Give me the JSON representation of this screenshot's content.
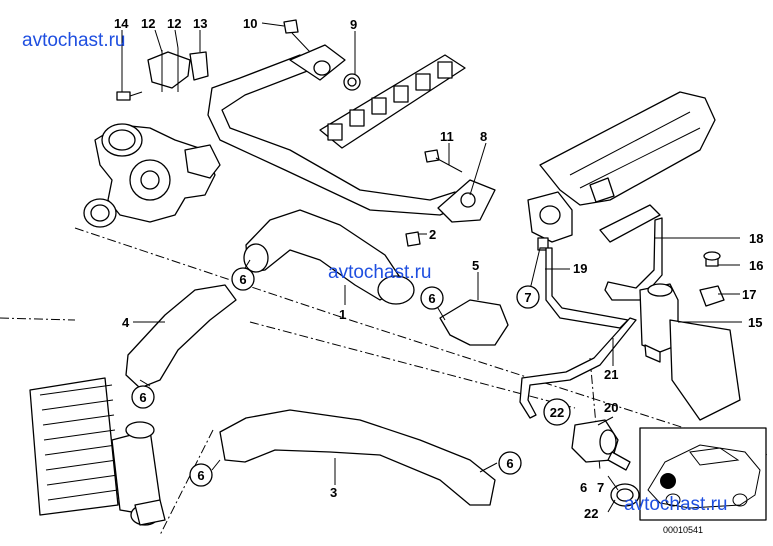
{
  "watermarks": [
    "avtochast.ru",
    "avtochast.ru",
    "avtochast.ru"
  ],
  "callouts": [
    {
      "id": "c14",
      "text": "14"
    },
    {
      "id": "c12a",
      "text": "12"
    },
    {
      "id": "c12b",
      "text": "12"
    },
    {
      "id": "c13",
      "text": "13"
    },
    {
      "id": "c10",
      "text": "10"
    },
    {
      "id": "c9",
      "text": "9"
    },
    {
      "id": "c11",
      "text": "11"
    },
    {
      "id": "c8",
      "text": "8"
    },
    {
      "id": "c2",
      "text": "2"
    },
    {
      "id": "c1",
      "text": "1"
    },
    {
      "id": "c5",
      "text": "5"
    },
    {
      "id": "c18",
      "text": "18"
    },
    {
      "id": "c19",
      "text": "19"
    },
    {
      "id": "c16",
      "text": "16"
    },
    {
      "id": "c17",
      "text": "17"
    },
    {
      "id": "c15",
      "text": "15"
    },
    {
      "id": "c4",
      "text": "4"
    },
    {
      "id": "c21",
      "text": "21"
    },
    {
      "id": "c20",
      "text": "20"
    },
    {
      "id": "c3",
      "text": "3"
    }
  ],
  "circled": [
    {
      "id": "o6a",
      "text": "6"
    },
    {
      "id": "o6b",
      "text": "6"
    },
    {
      "id": "o7a",
      "text": "7"
    },
    {
      "id": "o6c",
      "text": "6"
    },
    {
      "id": "o6d",
      "text": "6"
    },
    {
      "id": "o6e",
      "text": "6"
    },
    {
      "id": "o22",
      "text": "22"
    }
  ],
  "legend": {
    "a": "6",
    "b": "7",
    "c": "22"
  },
  "code": "00010541"
}
